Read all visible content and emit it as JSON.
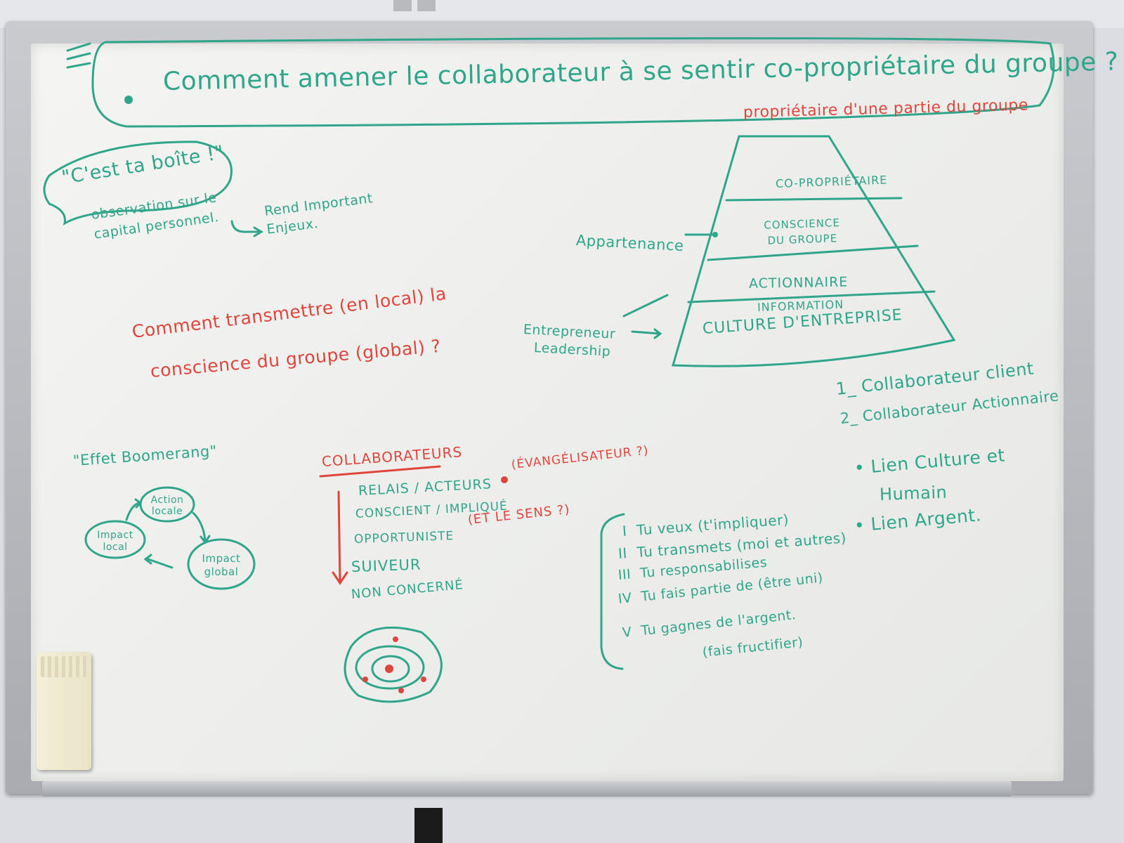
{
  "title_question": "Comment amener le collaborateur à se sentir co-propriétaire du groupe ?",
  "title_correction": "propriétaire d'une partie du groupe",
  "bubble": {
    "quote": "\"C'est ta boîte !\"",
    "observation": "observation sur le capital personnel.",
    "arrow_note": "Rend Important Enjeux."
  },
  "question2_line1": "Comment transmettre (en local) la",
  "question2_line2": "conscience du groupe (global) ?",
  "pyramid": {
    "levels": [
      "CO-PROPRIÉTAIRE",
      "CONSCIENCE DU GROUPE",
      "ACTIONNAIRE",
      "INFORMATION",
      "CULTURE D'ENTREPRISE"
    ],
    "label_appartenance": "Appartenance",
    "label_entrepreneur": "Entrepreneur",
    "label_leadership": "Leadership"
  },
  "numbered_list": [
    "1_ Collaborateur client",
    "2_ Collaborateur Actionnaire"
  ],
  "liens": [
    "• Lien Culture et",
    "Humain",
    "• Lien Argent."
  ],
  "boomerang": {
    "title": "\"Effet Boomerang\"",
    "nodes": [
      "Action locale",
      "Impact local",
      "Impact global"
    ]
  },
  "collaborateurs": {
    "heading": "COLLABORATEURS",
    "items": [
      "RELAIS / ACTEURS",
      "CONSCIENT / IMPLIQUÉ",
      "OPPORTUNISTE",
      "SUIVEUR",
      "NON CONCERNÉ"
    ],
    "note1": "(ÉVANGÉLISATEUR ?)",
    "note2": "(ET LE SENS ?)"
  },
  "roman_list": [
    {
      "num": "I",
      "text": "Tu veux (t'impliquer)"
    },
    {
      "num": "II",
      "text": "Tu transmets (moi et autres)"
    },
    {
      "num": "III",
      "text": "Tu responsabilises"
    },
    {
      "num": "IV",
      "text": "Tu fais partie de (être uni)"
    },
    {
      "num": "V",
      "text": "Tu gagnes de l'argent."
    }
  ],
  "roman_tail": "(fais fructifier)",
  "colors": {
    "green_marker": "#2fa58a",
    "red_marker": "#e0453d",
    "board": "#f0f0ee"
  }
}
